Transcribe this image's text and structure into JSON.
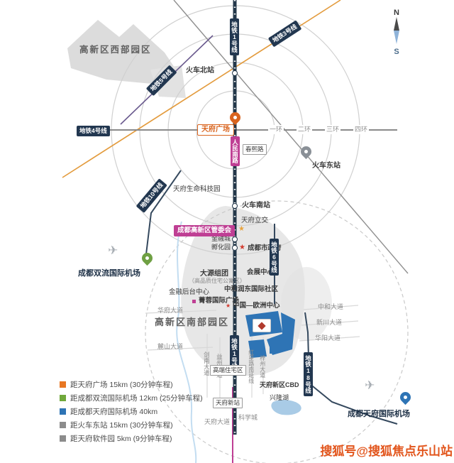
{
  "watermark": "搜狐号@搜狐焦点乐山站",
  "compass": {
    "north": "N",
    "south": "S"
  },
  "metro_badges": {
    "line1_top": "地铁1号线",
    "line1_bottom": "地铁1号线",
    "line3": "地铁3号线",
    "line4": "地铁4号线",
    "line5": "地铁5号线",
    "line6": "地铁6号线",
    "line10": "地铁10号线",
    "line18": "地铁18号线"
  },
  "roads": {
    "renmin_south": "人民南路",
    "ring1": "一环",
    "ring2": "二环",
    "ring3": "三环",
    "ring4": "四环",
    "huafu": "华府大道",
    "lushan": "麓山大道",
    "jiannan": "剑南大道",
    "yizhou": "益州大道",
    "hongxing": "红星路南延线",
    "zizhou": "梓州大道",
    "tianfu_avenue": "天府大道",
    "zhonghe": "中和大道",
    "xinchuan": "新川大道",
    "huayang": "华阳大道"
  },
  "stations": {
    "railway_north": "火车北站",
    "railway_east": "火车东站",
    "railway_south": "火车南站",
    "tianfu_new": "天府新站",
    "chunxi": "春熙路",
    "tianfu_square": "天府广场",
    "jinrongcheng": "金融城",
    "fuhuayuan": "孵化园",
    "tianfu_interchange": "天府立交"
  },
  "districts": {
    "west_park": "高新区西部园区",
    "south_park": "高新区南部园区"
  },
  "pois": {
    "life_science": "天府生命科技园",
    "admin_committee": "成都高新区管委会",
    "city_gov": "成都市政府",
    "dayuan": "大源组团",
    "dayuan_sub": "（高品质住宅公寓区）",
    "convention": "会展中心",
    "finance_backoffice": "金融后台中心",
    "jingrong_plaza": "菁蓉国际广场",
    "zhonghe_community": "中和润东国际社区",
    "europe_center": "中国—欧洲中心",
    "luxury_residence": "高端住宅区",
    "cbd": "天府新区CBD",
    "xinglong_lake": "兴隆湖",
    "science_city": "科学城"
  },
  "airports": {
    "shuangliu": "成都双流国际机场",
    "tianfu": "成都天府国际机场"
  },
  "legend": {
    "items": [
      {
        "color": "#e87722",
        "text": "距天府广场 15km (30分钟车程)"
      },
      {
        "color": "#70a83b",
        "text": "距成都双流国际机场 12km (25分钟车程)"
      },
      {
        "color": "#2e74b5",
        "text": "距成都天府国际机场 40km"
      },
      {
        "color": "#8c8c8c",
        "text": "距火车东站 15km (30分钟车程)"
      },
      {
        "color": "#8c8c8c",
        "text": "距天府软件园 5km (9分钟车程)"
      }
    ]
  },
  "colors": {
    "accent_orange": "#e87722",
    "metro_dark": "#223750",
    "magenta": "#bf3f94",
    "project_blue": "#2e74b5"
  }
}
